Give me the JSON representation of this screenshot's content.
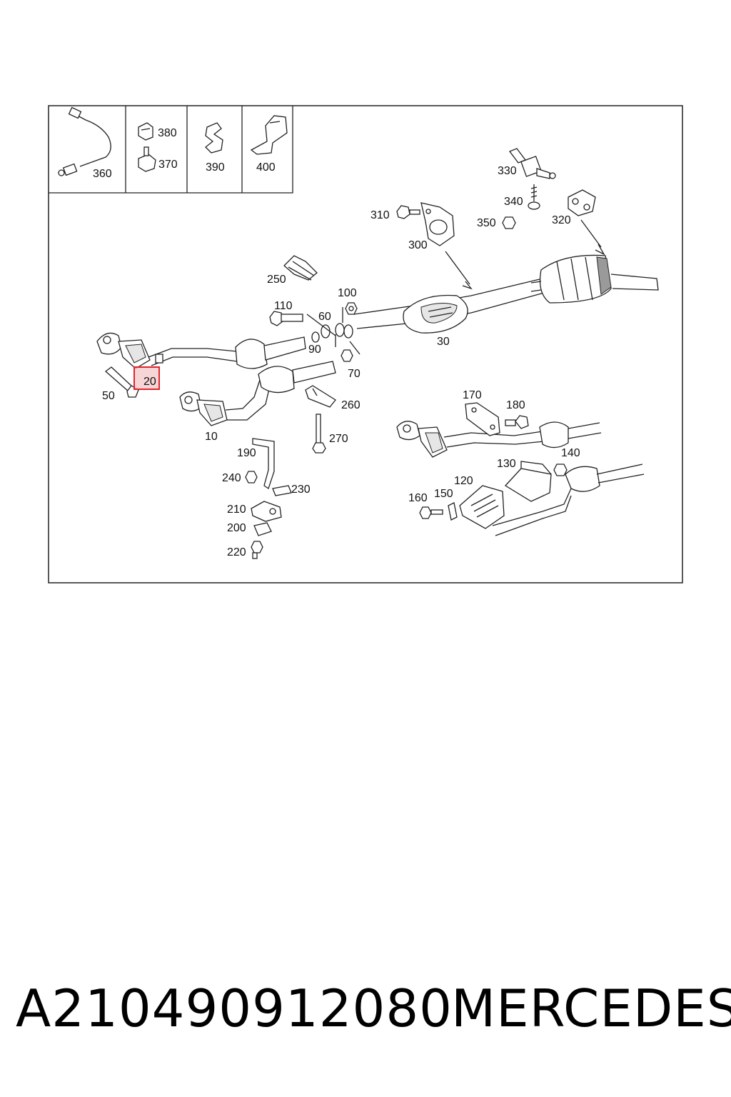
{
  "diagram": {
    "labels": {
      "p360": "360",
      "p380": "380",
      "p370": "370",
      "p390": "390",
      "p400": "400",
      "p330": "330",
      "p340": "340",
      "p350": "350",
      "p320": "320",
      "p310": "310",
      "p300": "300",
      "p250": "250",
      "p110": "110",
      "p100": "100",
      "p60": "60",
      "p90": "90",
      "p70": "70",
      "p30": "30",
      "p20": "20",
      "p50": "50",
      "p10": "10",
      "p260": "260",
      "p270": "270",
      "p190": "190",
      "p240": "240",
      "p230": "230",
      "p210": "210",
      "p200": "200",
      "p220": "220",
      "p170": "170",
      "p180": "180",
      "p130": "130",
      "p140": "140",
      "p120": "120",
      "p160": "160",
      "p150": "150"
    },
    "highlight": {
      "label": "20",
      "color": "#e0262c",
      "fill": "#f4c7c9"
    }
  },
  "caption": {
    "part_number": "A210490912080",
    "brand": "MERCEDES"
  }
}
